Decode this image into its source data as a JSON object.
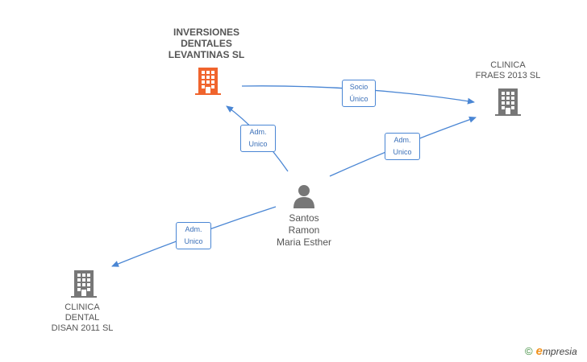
{
  "nodes": {
    "inversiones": {
      "lines": [
        "INVERSIONES",
        "DENTALES",
        "LEVANTINAS SL"
      ],
      "color": "#f0642d"
    },
    "fraes": {
      "lines": [
        "CLINICA",
        "FRAES 2013  SL"
      ],
      "color": "#777777"
    },
    "disan": {
      "lines": [
        "CLINICA",
        "DENTAL",
        "DISAN 2011  SL"
      ],
      "color": "#777777"
    },
    "person": {
      "lines": [
        "Santos",
        "Ramon",
        "Maria Esther"
      ],
      "color": "#777777"
    }
  },
  "edges": {
    "socio_unico": [
      "Socio",
      "Único"
    ],
    "adm_inversiones": [
      "Adm.",
      "Unico"
    ],
    "adm_fraes": [
      "Adm.",
      "Unico"
    ],
    "adm_disan": [
      "Adm.",
      "Unico"
    ]
  },
  "colors": {
    "edge": "#4a86d4"
  },
  "footer": {
    "copyright": "©",
    "brand_e": "e",
    "brand_rest": "mpresia"
  }
}
